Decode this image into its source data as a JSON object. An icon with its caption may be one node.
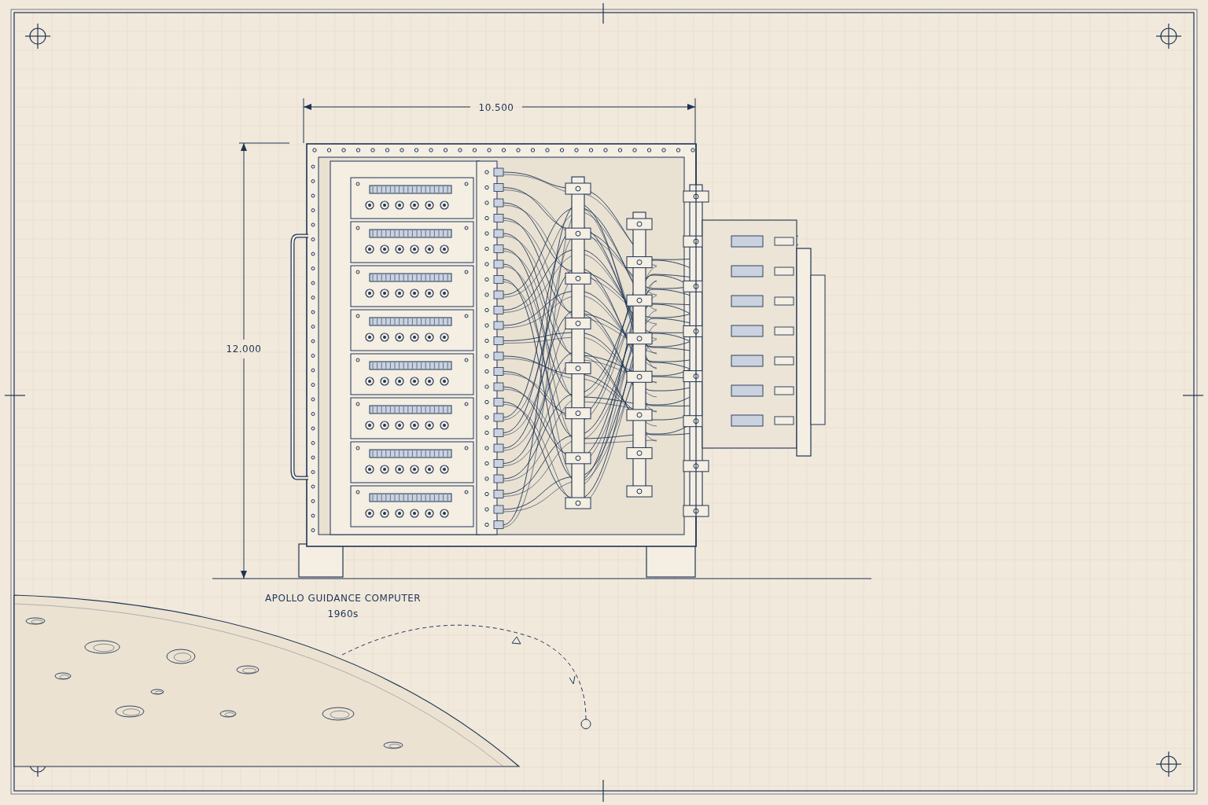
{
  "diagram": {
    "labels": [
      "10.500",
      "12.000",
      "APOLLO GUIDANCE COMPUTER",
      "1960s"
    ]
  }
}
